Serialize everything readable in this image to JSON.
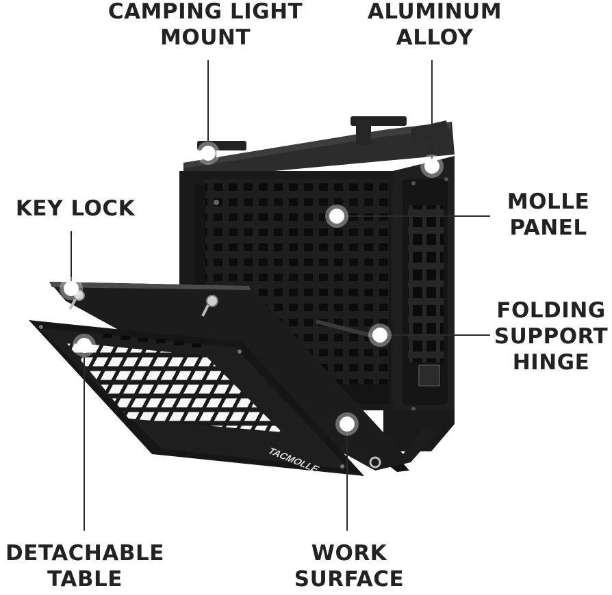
{
  "labels": {
    "camping_light_mount": {
      "line1": "CAMPING LIGHT",
      "line2": "MOUNT"
    },
    "aluminum_alloy": {
      "line1": "ALUMINUM",
      "line2": "ALLOY"
    },
    "key_lock": {
      "line1": "KEY LOCK"
    },
    "molle_panel": {
      "line1": "MOLLE",
      "line2": "PANEL"
    },
    "folding_support_hinge": {
      "line1": "FOLDING",
      "line2": "SUPPORT",
      "line3": "HINGE"
    },
    "detachable_table": {
      "line1": "DETACHABLE",
      "line2": "TABLE"
    },
    "work_surface": {
      "line1": "WORK",
      "line2": "SURFACE"
    }
  },
  "brand_text": "TACMOLLE",
  "colors": {
    "label_text": "#222222",
    "callout_line": "#2a2a2a",
    "dot_fill": "#ffffff",
    "metal_dark": "#1b1b1b",
    "metal_mid": "#2e2e2e",
    "metal_edge": "#4a4a4a"
  }
}
